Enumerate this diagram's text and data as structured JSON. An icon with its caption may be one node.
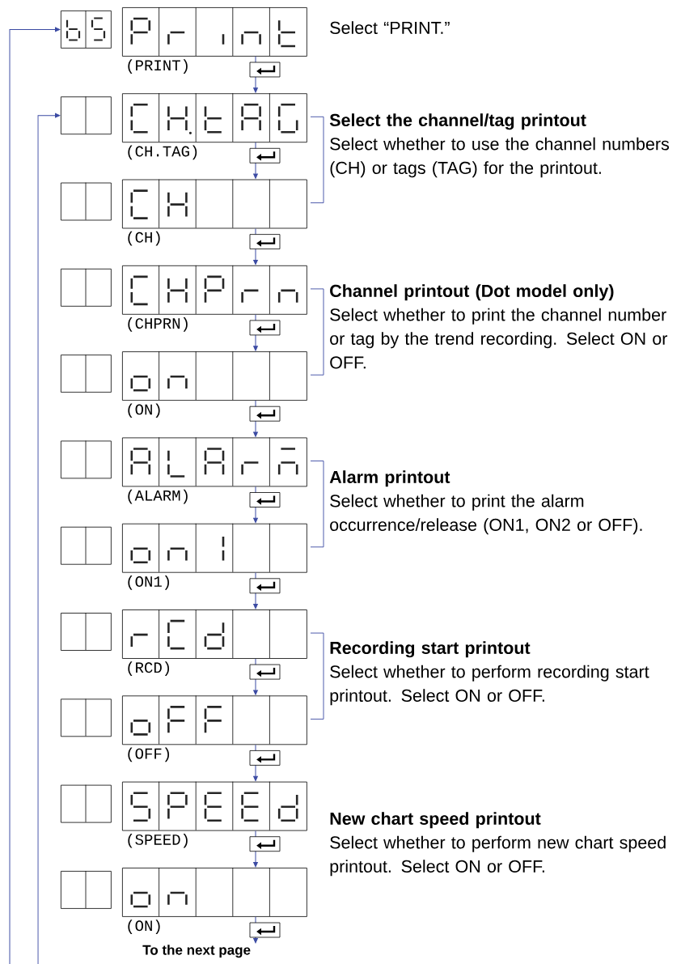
{
  "diagram": {
    "nodes": [
      {
        "text": [],
        "shape": "box"
      },
      {
        "text": [
          "(PRINT)"
        ]
      },
      {
        "text": [],
        "shape": "box"
      },
      {
        "text": [
          "(CH.TAG)"
        ]
      },
      {
        "text": [],
        "shape": "box"
      },
      {
        "text": [
          "(CH)"
        ]
      },
      {
        "text": [],
        "shape": "box"
      },
      {
        "text": [
          "(CHPRN)"
        ]
      },
      {
        "text": [],
        "shape": "box"
      },
      {
        "text": [
          "(ON)"
        ]
      },
      {
        "text": [],
        "shape": "box"
      },
      {
        "text": [
          "(ALARM)"
        ]
      },
      {
        "text": [],
        "shape": "box"
      },
      {
        "text": [
          "(ON1)"
        ]
      },
      {
        "text": [],
        "shape": "box"
      },
      {
        "text": [
          "(RCD)"
        ]
      },
      {
        "text": [],
        "shape": "box"
      },
      {
        "text": [
          "(OFF)"
        ]
      },
      {
        "text": [],
        "shape": "box"
      },
      {
        "text": [
          "(SPEED)"
        ]
      },
      {
        "text": [],
        "shape": "box"
      },
      {
        "text": [
          "(ON)"
        ]
      },
      {
        "text": [
          "To the next page"
        ]
      }
    ],
    "edges": [
      {
        "from": 1,
        "to": 3,
        "arrow": "to"
      },
      {
        "from": 3,
        "to": 5,
        "arrow": "to"
      },
      {
        "from": 5,
        "to": 7,
        "arrow": "to"
      },
      {
        "from": 7,
        "to": 9,
        "arrow": "to"
      },
      {
        "from": 9,
        "to": 11,
        "arrow": "to"
      },
      {
        "from": 11,
        "to": 13,
        "arrow": "to"
      },
      {
        "from": 13,
        "to": 15,
        "arrow": "to"
      },
      {
        "from": 15,
        "to": 17,
        "arrow": "to"
      },
      {
        "from": 17,
        "to": 19,
        "arrow": "to"
      },
      {
        "from": 19,
        "to": 21,
        "arrow": "to"
      },
      {
        "from": 21,
        "to": 22,
        "arrow": "to"
      },
      {
        "from": null,
        "to": 0,
        "arrow": "to"
      },
      {
        "from": null,
        "to": 2,
        "arrow": "to"
      }
    ],
    "labels": [
      "Select “PRINT.”",
      "Select the channel/tag printout",
      "Select whether to use the channel numbers (CH) or tags (TAG) for the printout.",
      "Channel printout (Dot model only)",
      "Select whether to print the channel number or tag by the trend recording. Select ON or OFF.",
      "Alarm printout",
      "Select whether to print the alarm occurrence/release (ON1, ON2 or OFF).",
      "Recording start printout",
      "Select whether to perform recording start printout.  Select ON or OFF.",
      "New chart speed printout",
      "Select whether to perform new chart speed printout.  Select ON or OFF."
    ]
  }
}
